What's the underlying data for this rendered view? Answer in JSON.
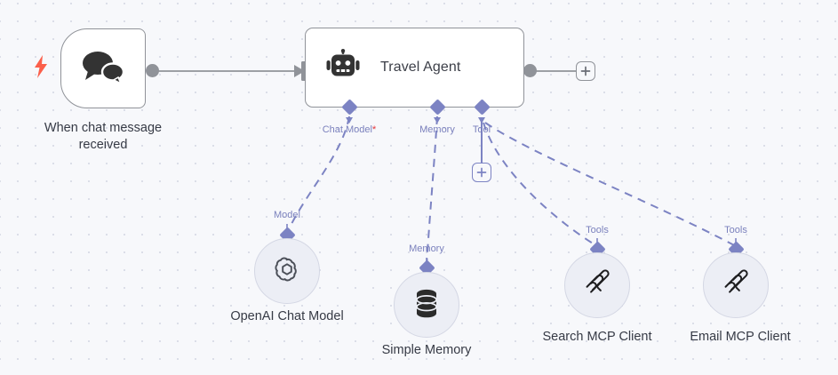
{
  "canvas": {
    "background_color": "#f7f8fb",
    "grid_dot_color": "#d9dce6",
    "accent_color": "#7c83c3",
    "required_marker_color": "#ea3a3d",
    "node_border_color": "#909399",
    "trigger_bolt_color": "#fb5f4a"
  },
  "nodes": {
    "chat_trigger": {
      "caption": "When chat message\nreceived",
      "icon": "chat-bubbles-icon",
      "badge_icon": "lightning-bolt-icon"
    },
    "agent": {
      "title": "Travel Agent",
      "icon": "robot-icon"
    },
    "openai_chat_model": {
      "caption": "OpenAI Chat Model",
      "port_label": "Model",
      "icon": "openai-icon"
    },
    "simple_memory": {
      "caption": "Simple Memory",
      "port_label": "Memory",
      "icon": "database-icon"
    },
    "search_mcp_client": {
      "caption": "Search MCP Client",
      "port_label": "Tools",
      "icon": "mcp-icon"
    },
    "email_mcp_client": {
      "caption": "Email MCP Client",
      "port_label": "Tools",
      "icon": "mcp-icon"
    }
  },
  "agent_ports": {
    "chat_model": {
      "label": "Chat Model",
      "required_marker": "*"
    },
    "memory": {
      "label": "Memory"
    },
    "tool": {
      "label": "Tool"
    }
  },
  "buttons": {
    "add_next_node": "+",
    "add_tool": "+"
  }
}
